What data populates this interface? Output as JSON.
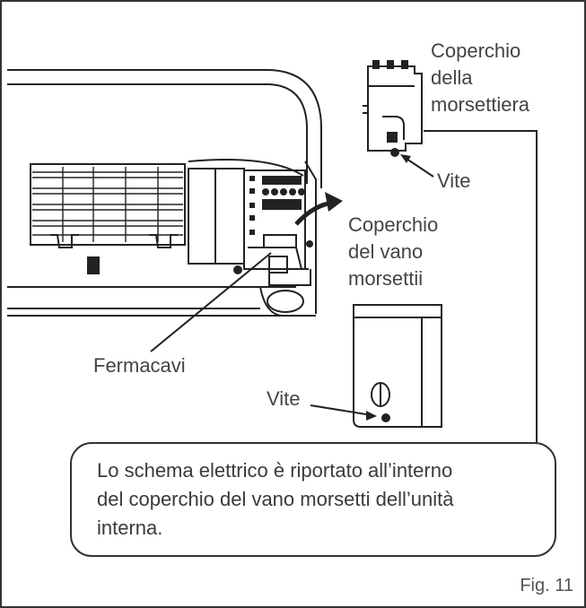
{
  "labels": {
    "terminal_cover_top": [
      "Coperchio",
      "della",
      "morsettiera"
    ],
    "screw_top": "Vite",
    "compartment_cover": [
      "Coperchio",
      "del vano",
      "morsettii"
    ],
    "cable_clamp": "Fermacavi",
    "screw_bottom": "Vite"
  },
  "note": {
    "lines": [
      "Lo schema elettrico è riportato all’interno",
      "del coperchio del vano morsetti dell’unità",
      "interna."
    ]
  },
  "figure_caption": "Fig. 11",
  "colors": {
    "line": "#222222",
    "frame": "#333333",
    "text": "#444444"
  }
}
